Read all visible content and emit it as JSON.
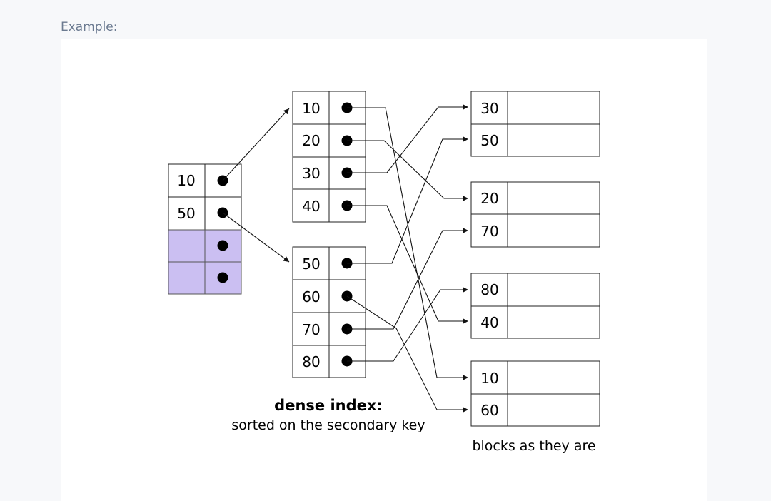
{
  "header": {
    "label": "Example:"
  },
  "captions": {
    "index_title": "dense index:",
    "index_subtitle": "sorted on the secondary key",
    "blocks_caption": "blocks as they are"
  },
  "sparse_index": {
    "keys": [
      "10",
      "50",
      "",
      ""
    ],
    "highlight_color": "#cbbff2"
  },
  "dense_index": {
    "block1": [
      "10",
      "20",
      "30",
      "40"
    ],
    "block2": [
      "50",
      "60",
      "70",
      "80"
    ]
  },
  "data_blocks": [
    [
      "30",
      "50"
    ],
    [
      "20",
      "70"
    ],
    [
      "80",
      "40"
    ],
    [
      "10",
      "60"
    ]
  ]
}
